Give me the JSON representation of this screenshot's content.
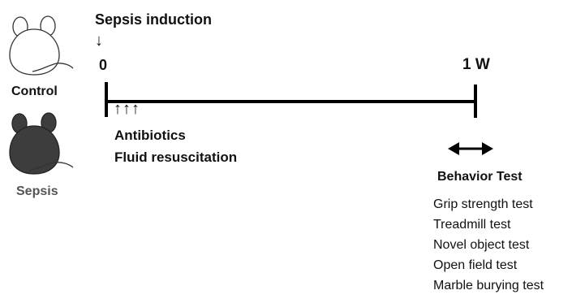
{
  "timeline": {
    "title": "Sepsis induction",
    "start_arrow": "↓",
    "start_label": "0",
    "end_label": "1 W"
  },
  "groups": {
    "control": "Control",
    "sepsis": "Sepsis"
  },
  "treatment": {
    "arrows": "↑↑↑",
    "line1": "Antibiotics",
    "line2": "Fluid resuscitation"
  },
  "behavior": {
    "title": "Behavior Test",
    "tests": [
      "Grip strength test",
      "Treadmill test",
      "Novel object test",
      "Open field test",
      "Marble burying test"
    ]
  },
  "colors": {
    "timeline": "#000000",
    "sepsis_mouse": "#3d3d3d",
    "control_mouse": "#ffffff"
  }
}
